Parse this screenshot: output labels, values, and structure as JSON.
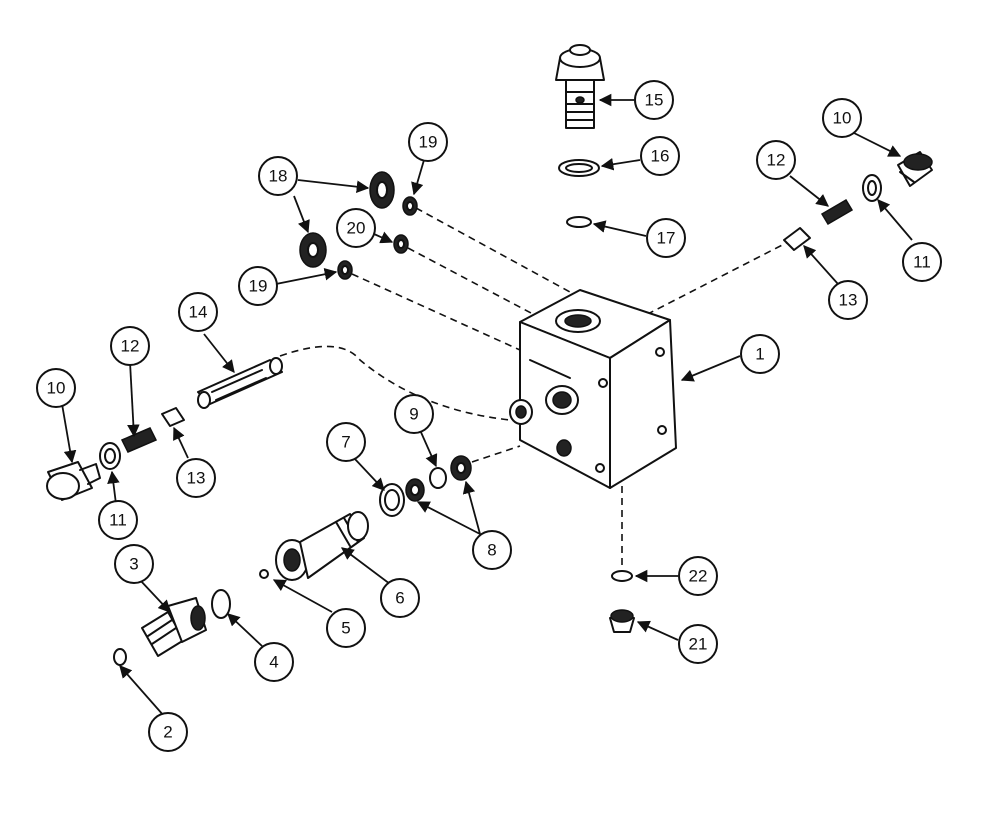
{
  "diagram": {
    "callouts": [
      {
        "id": "c1",
        "label": "1"
      },
      {
        "id": "c2",
        "label": "2"
      },
      {
        "id": "c3",
        "label": "3"
      },
      {
        "id": "c4",
        "label": "4"
      },
      {
        "id": "c5",
        "label": "5"
      },
      {
        "id": "c6",
        "label": "6"
      },
      {
        "id": "c7",
        "label": "7"
      },
      {
        "id": "c8",
        "label": "8"
      },
      {
        "id": "c9",
        "label": "9"
      },
      {
        "id": "c10a",
        "label": "10"
      },
      {
        "id": "c10b",
        "label": "10"
      },
      {
        "id": "c11a",
        "label": "11"
      },
      {
        "id": "c11b",
        "label": "11"
      },
      {
        "id": "c12a",
        "label": "12"
      },
      {
        "id": "c12b",
        "label": "12"
      },
      {
        "id": "c13a",
        "label": "13"
      },
      {
        "id": "c13b",
        "label": "13"
      },
      {
        "id": "c14",
        "label": "14"
      },
      {
        "id": "c15",
        "label": "15"
      },
      {
        "id": "c16",
        "label": "16"
      },
      {
        "id": "c17",
        "label": "17"
      },
      {
        "id": "c18",
        "label": "18"
      },
      {
        "id": "c19a",
        "label": "19"
      },
      {
        "id": "c19b",
        "label": "19"
      },
      {
        "id": "c20",
        "label": "20"
      },
      {
        "id": "c21",
        "label": "21"
      },
      {
        "id": "c22",
        "label": "22"
      }
    ]
  }
}
